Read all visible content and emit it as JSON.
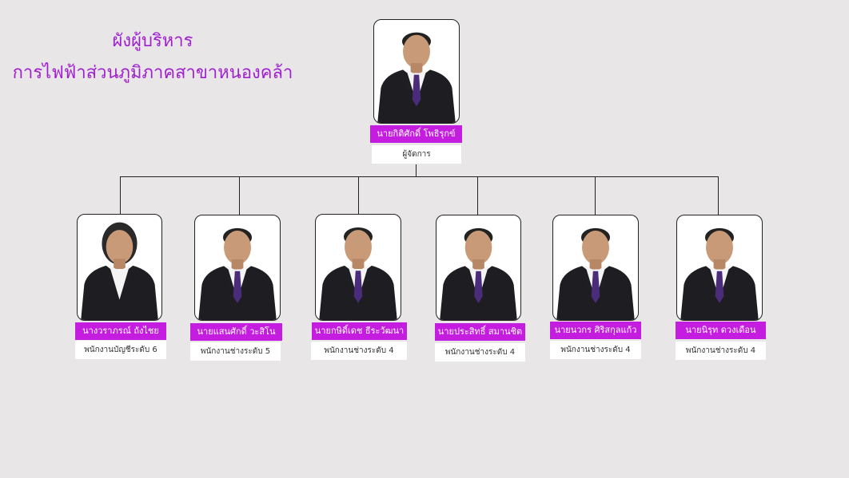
{
  "title": {
    "line1": "ผังผู้บริหาร",
    "line2": "การไฟฟ้าส่วนภูมิภาคสาขาหนองคล้า"
  },
  "colors": {
    "background": "#e8e6e7",
    "title": "#a020d0",
    "name_bar": "#c51de0",
    "connector": "#222222"
  },
  "manager": {
    "name": "นายกิติศักดิ์  โพธิรุกข์",
    "position": "ผู้จัดการ"
  },
  "staff": [
    {
      "name": "นางวราภรณ์  ถังไชย",
      "position": "พนักงานบัญชีระดับ 6"
    },
    {
      "name": "นายแสนศักดิ์  วะสิโน",
      "position": "พนักงานช่างระดับ 5"
    },
    {
      "name": "นายกษิดิ์เดช ธีระวัฒนา",
      "position": "พนักงานช่างระดับ 4"
    },
    {
      "name": "นายประสิทธิ์ สมานชิต",
      "position": "พนักงานช่างระดับ 4"
    },
    {
      "name": "นายนวกร ศิริสกุลแก้ว",
      "position": "พนักงานช่างระดับ 4"
    },
    {
      "name": "นายนิรุท  ดวงเดือน",
      "position": "พนักงานช่างระดับ 4"
    }
  ]
}
